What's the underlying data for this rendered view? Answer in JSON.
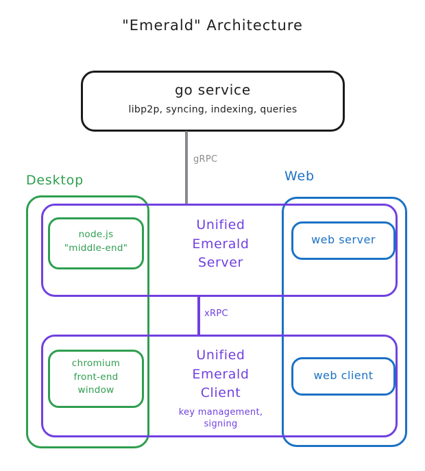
{
  "diagram": {
    "title": "\"Emerald\" Architecture",
    "background": "#ffffff",
    "colors": {
      "black": "#1a1a1a",
      "green": "#2e9e4f",
      "blue": "#1b71c4",
      "purple": "#7040e0",
      "gray": "#8a8a8e"
    }
  },
  "nodes": {
    "go_service": {
      "title": "go service",
      "subtitle": "libp2p, syncing, indexing, queries",
      "color": "#1a1a1a"
    },
    "desktop_group": {
      "label": "Desktop",
      "color": "#2e9e4f"
    },
    "web_group": {
      "label": "Web",
      "color": "#1b71c4"
    },
    "unified_server": {
      "label": "Unified\nEmerald\nServer",
      "color": "#7040e0"
    },
    "unified_client": {
      "label": "Unified\nEmerald\nClient",
      "subtitle": "key management,\nsigning",
      "color": "#7040e0"
    },
    "nodejs": {
      "label": "node.js\n\"middle-end\"",
      "color": "#2e9e4f"
    },
    "chromium": {
      "label": "chromium\nfront-end\nwindow",
      "color": "#2e9e4f"
    },
    "web_server": {
      "label": "web server",
      "color": "#1b71c4"
    },
    "web_client": {
      "label": "web client",
      "color": "#1b71c4"
    }
  },
  "edges": {
    "grpc": {
      "label": "gRPC",
      "color": "#8a8a8e",
      "from": "go_service",
      "to": "unified_server"
    },
    "xrpc": {
      "label": "xRPC",
      "color": "#7040e0",
      "from": "unified_server",
      "to": "unified_client"
    }
  }
}
